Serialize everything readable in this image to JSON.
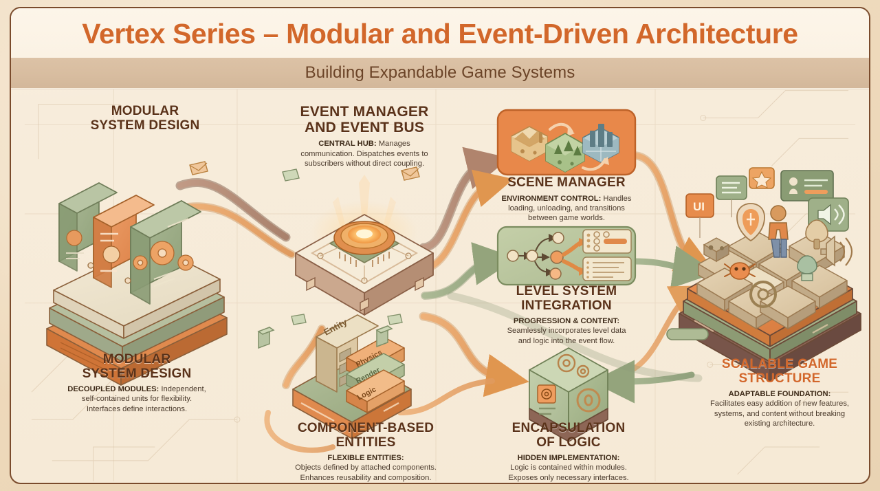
{
  "header": {
    "title": "Vertex Series – Modular and Event-Driven Architecture",
    "subtitle": "Building Expandable Game Systems"
  },
  "theme": {
    "background": "#f6ead6",
    "frame_border": "#7a4b2c",
    "accent_orange": "#d2672a",
    "heading_brown": "#5a3219",
    "body_text": "#4a3a2c",
    "subtitle_band": "#d8bda0",
    "green_module": "#9aab86",
    "orange_module": "#e08f55",
    "pipe_orange": "#e0a26b",
    "pipe_brown": "#b08872",
    "pipe_green": "#9fae8c"
  },
  "nodes": [
    {
      "id": "modular-top",
      "heading_lines": [
        "MODULAR",
        "SYSTEM DESIGN"
      ],
      "body_bold": "",
      "body_lines": []
    },
    {
      "id": "event-manager",
      "heading_lines": [
        "EVENT MANAGER",
        "AND EVENT BUS"
      ],
      "body_bold": "CENTRAL HUB:",
      "body_lines": [
        "CENTRAL HUB: Manages",
        "communication. Dispatches events to",
        "subscribers without direct coupling."
      ]
    },
    {
      "id": "scene-manager",
      "heading_lines": [
        "SCENE MANAGER"
      ],
      "body_bold": "ENVIRONMENT CONTROL:",
      "body_lines": [
        "ENVIRONMENT CONTROL: Handles",
        "loading, unloading, and transitions",
        "between game worlds."
      ]
    },
    {
      "id": "level-system",
      "heading_lines": [
        "LEVEL SYSTEM",
        "INTEGRATION"
      ],
      "body_bold": "PROGRESSION & CONTENT:",
      "body_lines": [
        "PROGRESSION & CONTENT:",
        "Seamlessly incorporates level data",
        "and logic into the event flow."
      ]
    },
    {
      "id": "modular-bottom",
      "heading_lines": [
        "MODULAR",
        "SYSTEM DESIGN"
      ],
      "body_bold": "DECOUPLED MODULES:",
      "body_lines": [
        "DECOUPLED MODULES: Independent,",
        "self-contained units for flexibility.",
        "Interfaces define interactions."
      ]
    },
    {
      "id": "component-entities",
      "heading_lines": [
        "COMPONENT-BASED",
        "ENTITIES"
      ],
      "body_bold": "FLEXIBLE ENTITIES:",
      "body_lines": [
        "FLEXIBLE ENTITIES:",
        "Objects defined by attached components.",
        "Enhances reusability and composition."
      ]
    },
    {
      "id": "encapsulation",
      "heading_lines": [
        "ENCAPSULATION",
        "OF LOGIC"
      ],
      "body_bold": "HIDDEN IMPLEMENTATION:",
      "body_lines": [
        "HIDDEN IMPLEMENTATION:",
        "Logic is contained within modules.",
        "Exposes only necessary interfaces."
      ]
    },
    {
      "id": "scalable-structure",
      "heading_lines": [
        "SCALABLE GAME",
        "STRUCTURE"
      ],
      "body_bold": "ADAPTABLE FOUNDATION:",
      "body_lines": [
        "ADAPTABLE FOUNDATION:",
        "Facilitates easy addition of new features,",
        "systems, and content without breaking",
        "existing architecture."
      ]
    }
  ],
  "entity_stack": {
    "labels": [
      "Entity",
      "Physics",
      "Render",
      "Logic"
    ]
  },
  "scene_tiles": [
    "desert-scene",
    "forest-scene",
    "city-scene"
  ],
  "structure_icons": [
    "ui-icon",
    "list-icon",
    "star-icon",
    "character-card-icon",
    "speaker-icon",
    "shield-icon",
    "character-icon",
    "tree-icon",
    "cube-icon",
    "enemy-icon",
    "gear-icon",
    "bush-icon",
    "audio-icon"
  ]
}
